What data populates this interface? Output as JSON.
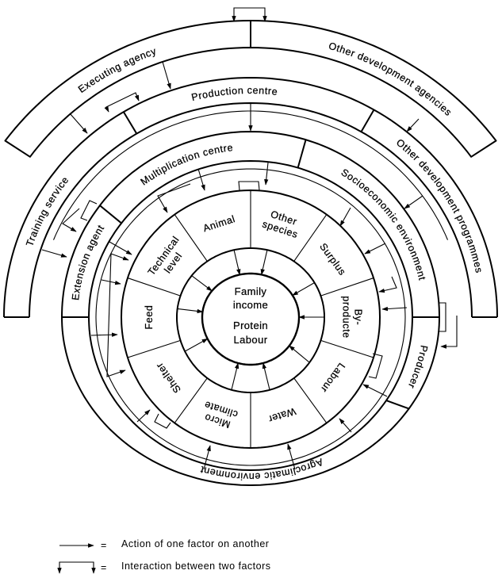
{
  "outer_band": {
    "executing_agency": "Executing agency",
    "other_development_agencies": "Other development agencies"
  },
  "second_band": {
    "training_service": "Training service",
    "production_centre": "Production  centre",
    "other_development_programmes": "Other development programmes"
  },
  "third_band": {
    "extension_agent": "Extension agent",
    "multiplication_centre": "Multiplication centre",
    "socioeconomic_environment": "Socioeconomic environment",
    "producer": "Producer",
    "agroclimatic_environment": "Agroclimatic environment"
  },
  "factors": [
    {
      "id": "animal",
      "lines": [
        "Animal"
      ]
    },
    {
      "id": "other-species",
      "lines": [
        "Other",
        "species"
      ]
    },
    {
      "id": "surplus",
      "lines": [
        "Surplus"
      ]
    },
    {
      "id": "by-products",
      "lines": [
        "By-",
        "producte"
      ]
    },
    {
      "id": "labour",
      "lines": [
        "Labour"
      ]
    },
    {
      "id": "water",
      "lines": [
        "Water"
      ]
    },
    {
      "id": "micro-climate",
      "lines": [
        "Micro",
        "climate"
      ]
    },
    {
      "id": "shelter",
      "lines": [
        "Shelter"
      ]
    },
    {
      "id": "feed",
      "lines": [
        "Feed"
      ]
    },
    {
      "id": "technical-level",
      "lines": [
        "Technical",
        "level"
      ]
    }
  ],
  "core": {
    "lines": [
      "Family",
      "income",
      "Protein",
      "Labour"
    ]
  },
  "legend": [
    {
      "symbol": "arrow",
      "equals": "=",
      "text": "Action of one factor on another"
    },
    {
      "symbol": "interaction-bracket",
      "equals": "=",
      "text": "Interaction between two factors"
    }
  ]
}
